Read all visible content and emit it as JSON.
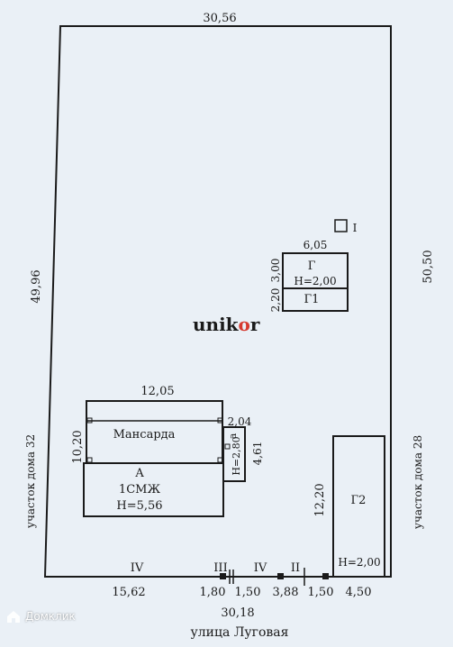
{
  "plot": {
    "dim_top": "30,56",
    "dim_left": "49,96",
    "dim_right": "50,50",
    "dim_bottom": "30,18",
    "neighbor_left": "участок дома 32",
    "neighbor_right": "участок дома 28",
    "street": "улица Луговая"
  },
  "bottom_segments": [
    {
      "width": "15,62",
      "label": "IV"
    },
    {
      "width": "1,80",
      "label": "III"
    },
    {
      "width": "1,50",
      "label": "IV"
    },
    {
      "width": "3,88",
      "label": "II"
    },
    {
      "width": "1,50"
    },
    {
      "width": "4,50"
    }
  ],
  "house": {
    "width": "12,05",
    "depth": "10,20",
    "attic_label": "Мансарда",
    "letter": "А",
    "material": "1СМЖ",
    "height": "Н=5,56"
  },
  "annex": {
    "letter": "а",
    "width": "2,04",
    "depth": "4,61",
    "height": "Н=2,80"
  },
  "garage_g": {
    "width": "6,05",
    "depth": "3,00",
    "letter": "Г",
    "height": "Н=2,00"
  },
  "garage_g1": {
    "depth": "2,20",
    "letter": "Г1"
  },
  "garage_g2": {
    "depth": "12,20",
    "letter": "Г2",
    "height": "Н=2,00"
  },
  "toilet": {
    "label": "I"
  },
  "watermark": {
    "brand_main": "unik",
    "brand_accent": "o",
    "brand_end": "r"
  },
  "footer": {
    "brand": "Домклик"
  },
  "colors": {
    "ink": "#1a1a1a",
    "paper": "#eaf0f6",
    "watermark_text": "#2b3a57",
    "watermark_accent": "#d63a2f"
  }
}
